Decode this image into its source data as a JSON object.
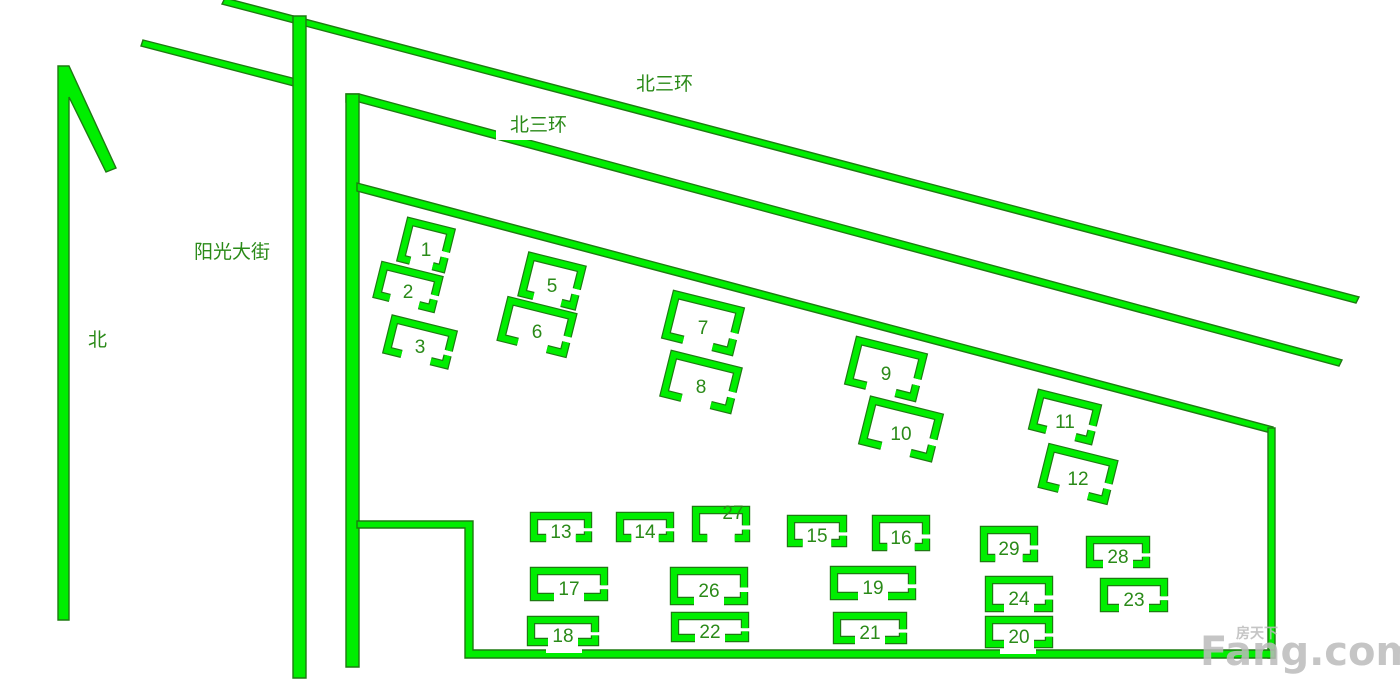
{
  "map": {
    "labels": {
      "north": "北",
      "street_west": "阳光大街",
      "ring_road_outer": "北三环",
      "ring_road_inner": "北三环"
    },
    "buildings": [
      "1",
      "2",
      "3",
      "5",
      "6",
      "7",
      "8",
      "9",
      "10",
      "11",
      "12",
      "13",
      "14",
      "27",
      "15",
      "16",
      "29",
      "28",
      "17",
      "26",
      "19",
      "24",
      "23",
      "18",
      "22",
      "21",
      "20"
    ],
    "colors": {
      "road": "#00ee00",
      "road_edge": "#1e7a12",
      "text": "#2a8a18"
    },
    "watermark": {
      "main": "Fang.com",
      "small": "房天下"
    }
  }
}
